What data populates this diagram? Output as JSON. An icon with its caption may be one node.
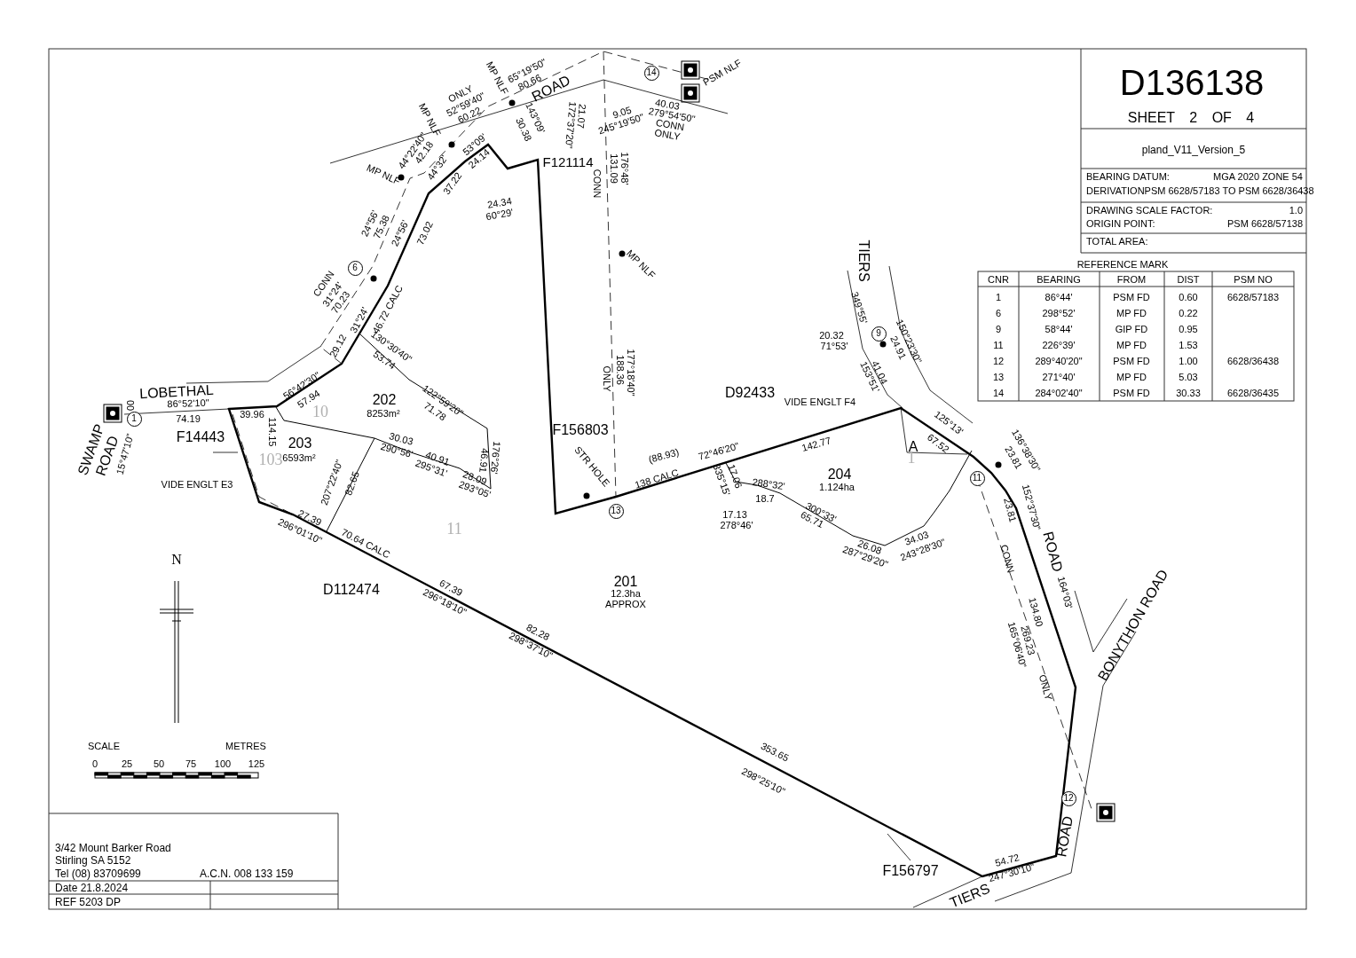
{
  "diagram": {
    "title": "D136138",
    "nodes": [
      {
        "text": [
          "14"
        ]
      },
      {
        "text": [
          "6"
        ]
      },
      {
        "text": [
          "1"
        ]
      },
      {
        "text": [
          "13"
        ]
      },
      {
        "text": [
          "9"
        ]
      },
      {
        "text": [
          "11"
        ]
      },
      {
        "text": [
          "12"
        ]
      }
    ],
    "labels": [
      "SHEET 2 OF 4",
      "pland_V11_Version_5",
      "BEARING DATUM:",
      "MGA 2020 ZONE 54",
      "DERIVATIONPSM 6628/57183 TO PSM 6628/36438",
      "DRAWING SCALE FACTOR:",
      "1.0",
      "ORIGIN POINT:",
      "PSM 6628/57138",
      "TOTAL AREA:",
      "REFERENCE MARK",
      "CNR",
      "BEARING",
      "FROM",
      "DIST",
      "PSM NO",
      "1",
      "86°44'",
      "PSM FD",
      "0.60",
      "6628/57183",
      "6",
      "298°52'",
      "MP FD",
      "0.22",
      "9",
      "58°44'",
      "GIP FD",
      "0.95",
      "11",
      "226°39'",
      "MP FD",
      "1.53",
      "12",
      "289°40'20\"",
      "PSM FD",
      "1.00",
      "6628/36438",
      "13",
      "271°40'",
      "MP FD",
      "5.03",
      "14",
      "284°02'40\"",
      "PSM FD",
      "30.33",
      "6628/36435",
      "MP NLF",
      "65°19'50\"",
      "80.66",
      "ROAD",
      "ONLY",
      "52°59'40\"",
      "60.22",
      "MP NLF",
      "44°22'40\"",
      "42.18",
      "MP NLF",
      "44°32'",
      "37.22",
      "53°09'",
      "24.14",
      "143°09'",
      "30.38",
      "F121114",
      "21.07",
      "172°37'20\"",
      "9.05",
      "245°19'50\"",
      "40.03",
      "279°54'50\"",
      "CONN",
      "ONLY",
      "PSM NLF",
      "CONN",
      "131.09",
      "176°48'",
      "24.34",
      "60°29'",
      "MP NLF",
      "ONLY",
      "188.36",
      "177°18'40\"",
      "F156803",
      "STR HOLE",
      "(88.93)",
      "138 CALC",
      "24°56'",
      "75.38",
      "24°56'",
      "73.02",
      "CONN",
      "31°24'",
      "70.23",
      "46.72 CALC",
      "31°24'",
      "29.12",
      "56°42'30\"",
      "57.94",
      "130°30'40\"",
      "53.74",
      "122°59'20\"",
      "71.78",
      "LOBETHAL",
      "86°52'10\"",
      "74.19",
      "00",
      "SWAMP",
      "ROAD",
      "15°47'10\"",
      "F14443",
      "VIDE ENGLT E3",
      "39.96",
      "114.15",
      "10",
      "103",
      "202",
      "8253m²",
      "203",
      "6593m²",
      "30.03",
      "290°56'",
      "40.91",
      "295°31'",
      "28.09",
      "293°05'",
      "46.91",
      "176°26'",
      "207°22'40\"",
      "82.65",
      "27.39",
      "296°01'10\"",
      "70.64 CALC",
      "11",
      "D112474",
      "67.39",
      "296°18'10\"",
      "82.28",
      "298°37'10\"",
      "201",
      "12.3ha",
      "APPROX",
      "353.65",
      "298°25'10\"",
      "F156797",
      "54.72",
      "247°30'10\"",
      "TIERS",
      "ROAD",
      "BONYTHON ROAD",
      "TIERS",
      "349°55'",
      "20.32",
      "71°53'",
      "150°23'30\"",
      "24.91",
      "41.04",
      "153°51'",
      "D92433",
      "VIDE ENGLT F4",
      "142.77",
      "125°13'",
      "67.52",
      "A",
      "1",
      "72°46'20\"",
      "17.06",
      "335°15'",
      "288°32'",
      "18.7",
      "204",
      "1.124ha",
      "300°33'",
      "65.71",
      "17.13",
      "278°46'",
      "26.08",
      "287°29'20\"",
      "34.03",
      "243°28'30\"",
      "136°38'30\"",
      "23.81",
      "152°37'30\"",
      "ROAD",
      "23.81",
      "CONN",
      "164°03'",
      "134.80",
      "269.23",
      "165°06'40\"",
      "ONLY",
      "N",
      "SCALE",
      "METRES",
      "0",
      "25",
      "50",
      "75",
      "100",
      "125",
      "3/42 Mount Barker Road",
      "Stirling SA 5152",
      "Tel (08) 83709699",
      "A.C.N. 008 133 159",
      "Date 21.8.2024",
      "REF 5203 DP"
    ]
  }
}
